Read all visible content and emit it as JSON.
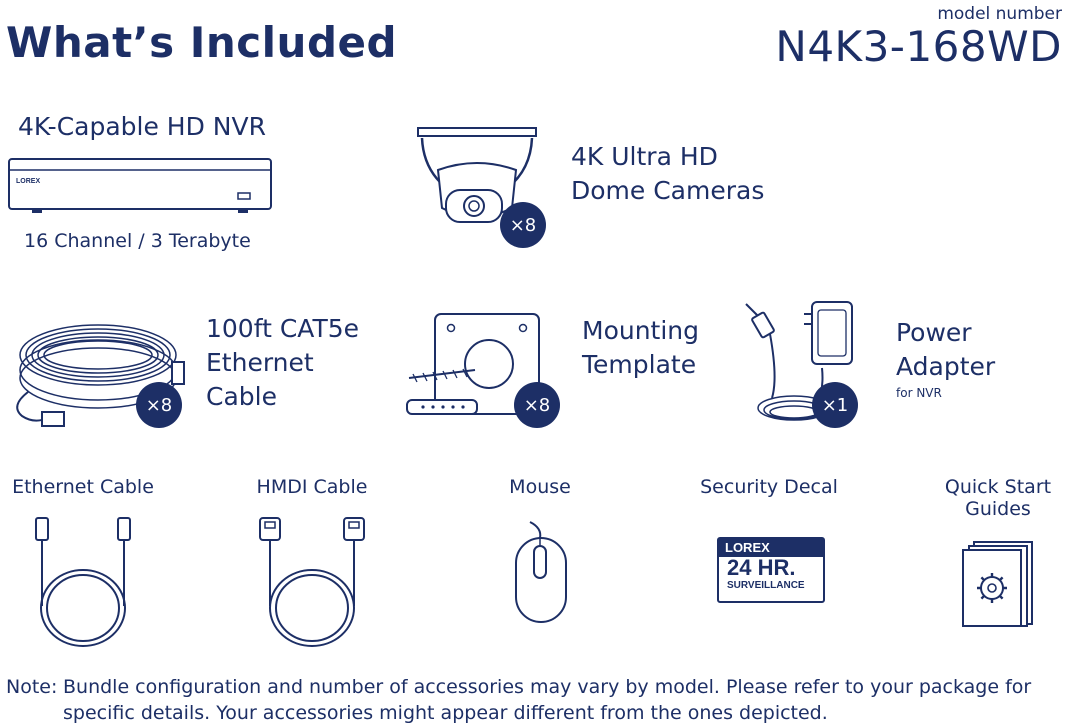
{
  "header": {
    "title": "What’s Included",
    "model_label": "model number",
    "model_number": "N4K3-168WD"
  },
  "items": {
    "nvr": {
      "title": "4K-Capable HD NVR",
      "subtitle": "16 Channel / 3 Terabyte",
      "brand": "LOREX"
    },
    "camera": {
      "line1": "4K Ultra HD",
      "line2": "Dome Cameras",
      "qty": "×8"
    },
    "cat5e": {
      "line1": "100ft CAT5e",
      "line2": "Ethernet",
      "line3": "Cable",
      "qty": "×8"
    },
    "template": {
      "line1": "Mounting",
      "line2": "Template",
      "qty": "×8"
    },
    "power": {
      "line1": "Power",
      "line2": "Adapter",
      "sub": "for NVR",
      "qty": "×1"
    }
  },
  "accessories": {
    "ethernet": "Ethernet Cable",
    "hdmi": "HMDI Cable",
    "mouse": "Mouse",
    "decal": {
      "label": "Security Decal",
      "brand": "LOREX",
      "line1": "24 HR.",
      "line2": "SURVEILLANCE"
    },
    "guides": {
      "line1": "Quick Start",
      "line2": "Guides"
    }
  },
  "note": {
    "label": "Note:",
    "line1": "Bundle configuration and number of accessories may vary by model. Please refer to your package for",
    "line2": "specific details. Your accessories might appear different from the ones depicted."
  },
  "icons": [
    "nvr-icon",
    "dome-camera-icon",
    "ethernet-coil-icon",
    "mounting-template-icon",
    "power-adapter-icon",
    "ethernet-cable-icon",
    "hdmi-cable-icon",
    "mouse-icon",
    "security-decal-icon",
    "quick-start-guide-icon"
  ],
  "colors": {
    "brand": "#1d2f66",
    "background": "#ffffff"
  }
}
